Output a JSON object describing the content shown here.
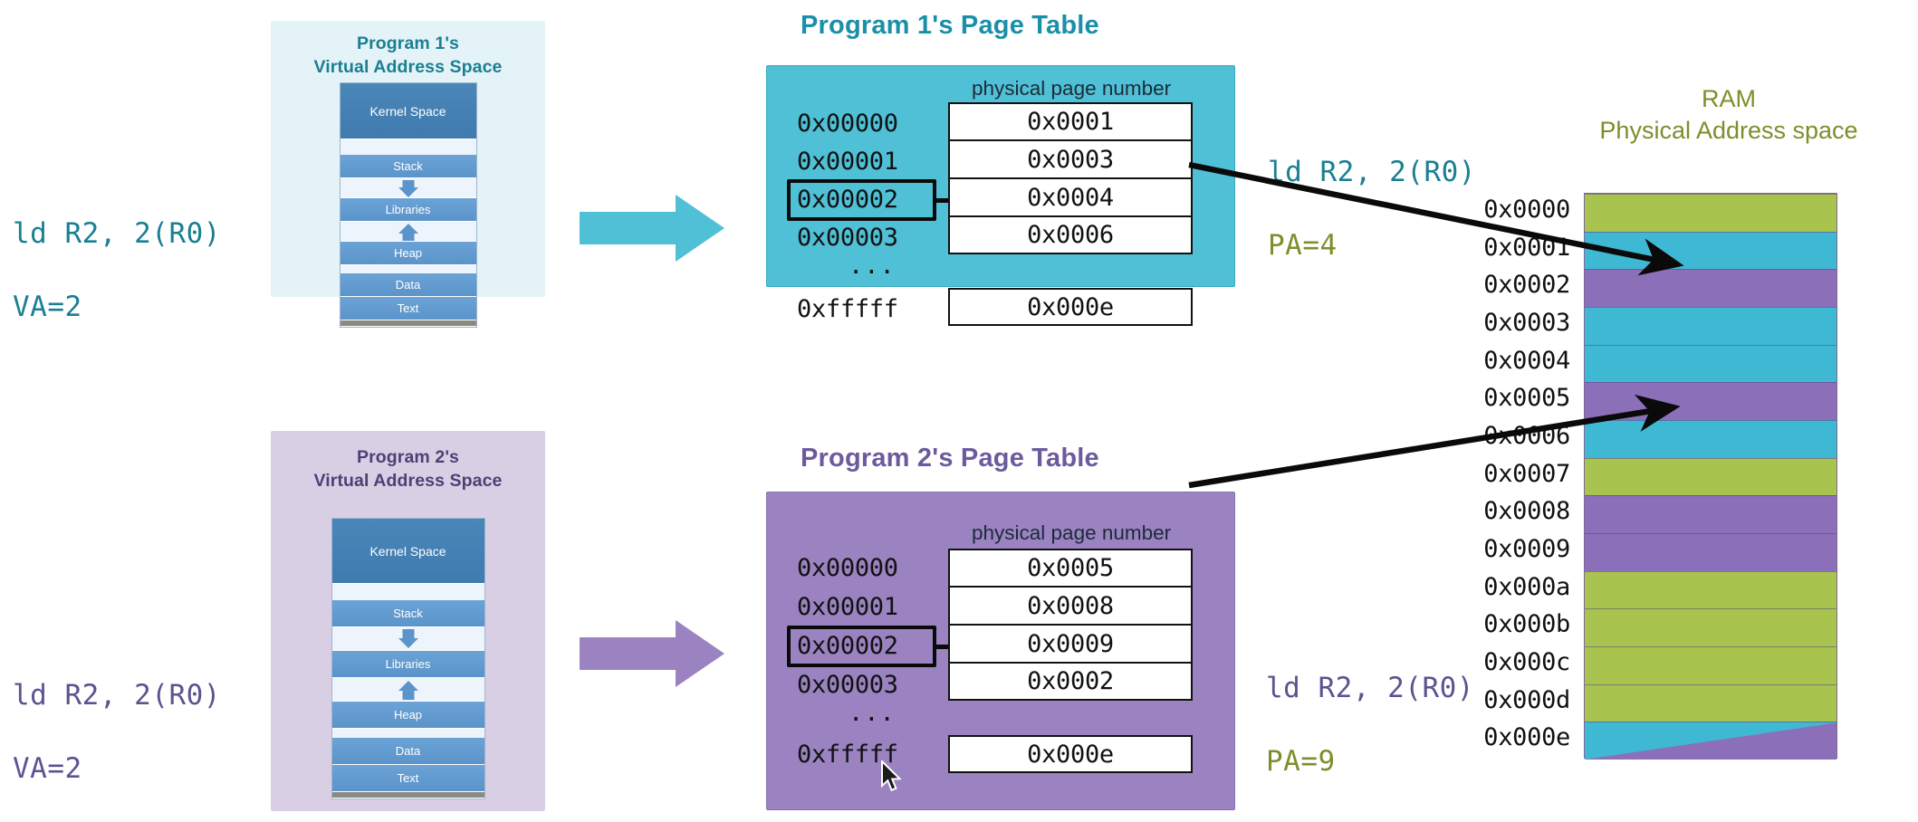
{
  "colors": {
    "teal_accent": "#1a8fa8",
    "teal_text": "#1a7f93",
    "teal_fill": "#4fc0d6",
    "teal_panel_bg": "#e4f3f7",
    "purple_accent": "#6b5b9e",
    "purple_text": "#5b5490",
    "purple_fill": "#9a83c0",
    "purple_panel_bg": "#d9cfe4",
    "olive": "#7c8f2a",
    "ram_green": "#a8c44e",
    "ram_cyan": "#3fb8d4",
    "ram_purple": "#8b6fb8",
    "black": "#0a0a0a",
    "white": "#ffffff"
  },
  "program1": {
    "instruction": {
      "line1": "ld R2, 2(R0)",
      "line2": "VA=2",
      "color": "#1a7f93"
    },
    "vas": {
      "title_line1": "Program 1's",
      "title_line2": "Virtual Address Space",
      "segments": [
        {
          "label": "Kernel Space",
          "kind": "kernel"
        },
        {
          "label": "",
          "kind": "gap"
        },
        {
          "label": "Stack",
          "kind": "band"
        },
        {
          "label": "",
          "kind": "gap-arrow-down"
        },
        {
          "label": "Libraries",
          "kind": "band"
        },
        {
          "label": "",
          "kind": "gap-arrow-up"
        },
        {
          "label": "Heap",
          "kind": "band"
        },
        {
          "label": "",
          "kind": "gap"
        },
        {
          "label": "Data",
          "kind": "band"
        },
        {
          "label": "Text",
          "kind": "band"
        },
        {
          "label": "",
          "kind": "bottom-bar"
        }
      ]
    },
    "page_table": {
      "title": "Program 1's Page Table",
      "column_header": "physical page number",
      "rows": [
        {
          "vpn": "0x00000",
          "ppn": "0x0001",
          "highlighted": false
        },
        {
          "vpn": "0x00001",
          "ppn": "0x0003",
          "highlighted": false
        },
        {
          "vpn": "0x00002",
          "ppn": "0x0004",
          "highlighted": true
        },
        {
          "vpn": "0x00003",
          "ppn": "0x0006",
          "highlighted": false
        }
      ],
      "ellipsis": "...",
      "last_row": {
        "vpn": "0xfffff",
        "ppn": "0x000e"
      }
    },
    "result": {
      "line1": "ld R2, 2(R0)",
      "line2": "PA=4",
      "line1_color": "#1a7f93",
      "line2_color": "#7c8f2a"
    }
  },
  "program2": {
    "instruction": {
      "line1": "ld R2, 2(R0)",
      "line2": "VA=2",
      "color": "#5b5490"
    },
    "vas": {
      "title_line1": "Program 2's",
      "title_line2": "Virtual Address Space",
      "segments": [
        {
          "label": "Kernel Space",
          "kind": "kernel"
        },
        {
          "label": "",
          "kind": "gap"
        },
        {
          "label": "Stack",
          "kind": "band"
        },
        {
          "label": "",
          "kind": "gap-arrow-down"
        },
        {
          "label": "Libraries",
          "kind": "band"
        },
        {
          "label": "",
          "kind": "gap-arrow-up"
        },
        {
          "label": "Heap",
          "kind": "band"
        },
        {
          "label": "",
          "kind": "gap"
        },
        {
          "label": "Data",
          "kind": "band"
        },
        {
          "label": "Text",
          "kind": "band"
        },
        {
          "label": "",
          "kind": "bottom-bar"
        }
      ]
    },
    "page_table": {
      "title": "Program 2's Page Table",
      "column_header": "physical page number",
      "rows": [
        {
          "vpn": "0x00000",
          "ppn": "0x0005",
          "highlighted": false
        },
        {
          "vpn": "0x00001",
          "ppn": "0x0008",
          "highlighted": false
        },
        {
          "vpn": "0x00002",
          "ppn": "0x0009",
          "highlighted": true
        },
        {
          "vpn": "0x00003",
          "ppn": "0x0002",
          "highlighted": false
        }
      ],
      "ellipsis": "...",
      "last_row": {
        "vpn": "0xfffff",
        "ppn": "0x000e"
      }
    },
    "result": {
      "line1": "ld R2, 2(R0)",
      "line2": "PA=9",
      "line1_color": "#5b5490",
      "line2_color": "#7c8f2a"
    }
  },
  "ram": {
    "title_line1": "RAM",
    "title_line2": "Physical Address space",
    "rows": [
      {
        "address": "0x0000",
        "color": "#a8c44e"
      },
      {
        "address": "0x0001",
        "color": "#3fb8d4"
      },
      {
        "address": "0x0002",
        "color": "#8b6fb8"
      },
      {
        "address": "0x0003",
        "color": "#3fb8d4"
      },
      {
        "address": "0x0004",
        "color": "#3fb8d4"
      },
      {
        "address": "0x0005",
        "color": "#8b6fb8"
      },
      {
        "address": "0x0006",
        "color": "#3fb8d4"
      },
      {
        "address": "0x0007",
        "color": "#a8c44e"
      },
      {
        "address": "0x0008",
        "color": "#8b6fb8"
      },
      {
        "address": "0x0009",
        "color": "#8b6fb8"
      },
      {
        "address": "0x000a",
        "color": "#a8c44e"
      },
      {
        "address": "0x000b",
        "color": "#a8c44e"
      },
      {
        "address": "0x000c",
        "color": "#a8c44e"
      },
      {
        "address": "0x000d",
        "color": "#a8c44e"
      },
      {
        "address": "0x000e",
        "color": "#3fb8d4",
        "split": true,
        "split_color": "#8b6fb8"
      }
    ]
  },
  "cursor": {
    "name": "mouse-pointer"
  }
}
